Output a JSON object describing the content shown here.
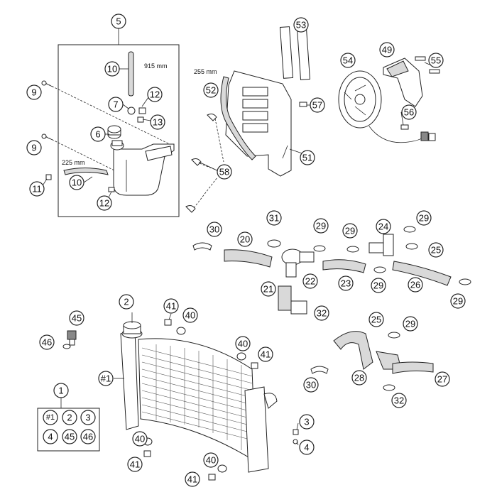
{
  "dimensions": {
    "hose_915": "915 mm",
    "hose_225": "225 mm",
    "hose_255": "255 mm"
  },
  "callouts": {
    "c5": "5",
    "c10a": "10",
    "c12a": "12",
    "c7": "7",
    "c13": "13",
    "c9a": "9",
    "c6": "6",
    "c9b": "9",
    "c11": "11",
    "c10b": "10",
    "c12b": "12",
    "c53": "53",
    "c52": "52",
    "c57": "57",
    "c51": "51",
    "c58": "58",
    "c54": "54",
    "c49": "49",
    "c55": "55",
    "c56": "56",
    "c30a": "30",
    "c20": "20",
    "c31": "31",
    "c29a": "29",
    "c29b": "29",
    "c24": "24",
    "c29c": "29",
    "c25a": "25",
    "c22": "22",
    "c21": "21",
    "c23": "23",
    "c29d": "29",
    "c26": "26",
    "c29e": "29",
    "c32a": "32",
    "c2": "2",
    "c41a": "41",
    "c40a": "40",
    "c45": "45",
    "c46": "46",
    "c1": "1",
    "c_r1": "#1",
    "c40b": "40",
    "c41b": "41",
    "c25b": "25",
    "c29f": "29",
    "c30b": "30",
    "c28": "28",
    "c27": "27",
    "c32b": "32",
    "c3": "3",
    "c4": "4",
    "c40c": "40",
    "c41c": "41",
    "c40d": "40",
    "c41d": "41"
  },
  "kit_box": {
    "items": [
      "#1",
      "2",
      "3",
      "4",
      "45",
      "46"
    ]
  }
}
